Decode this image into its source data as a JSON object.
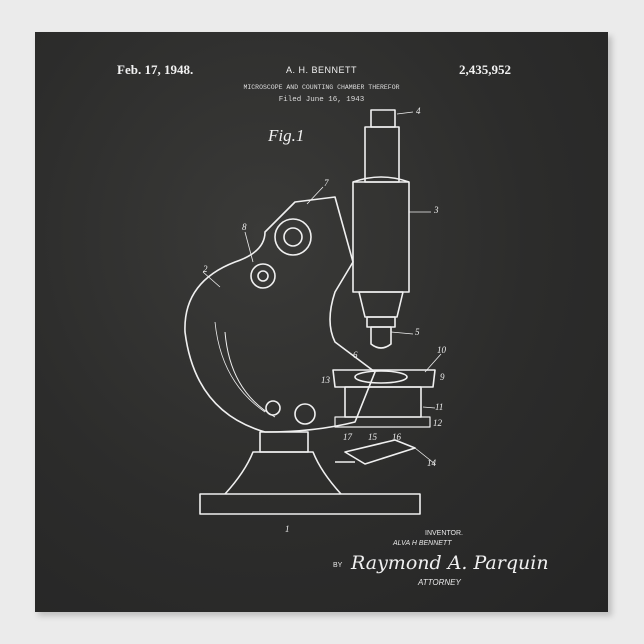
{
  "header": {
    "date": "Feb. 17, 1948.",
    "inventor_name": "A. H. BENNETT",
    "patent_number": "2,435,952",
    "title": "MICROSCOPE AND COUNTING CHAMBER THEREFOR",
    "filed": "Filed June 16, 1943"
  },
  "figure_label": "Fig.1",
  "reference_numerals": [
    "1",
    "2",
    "3",
    "4",
    "5",
    "6",
    "7",
    "8",
    "9",
    "10",
    "11",
    "12",
    "13",
    "14",
    "15",
    "16",
    "17"
  ],
  "footer": {
    "inventor_label": "INVENTOR.",
    "inventor_full": "ALVA H BENNETT",
    "by": "BY",
    "signature": "Raymond A. Parquin",
    "attorney": "ATTORNEY"
  },
  "colors": {
    "board": "#2e2e2d",
    "ink": "#f2f2f2",
    "background": "#ebebeb"
  }
}
